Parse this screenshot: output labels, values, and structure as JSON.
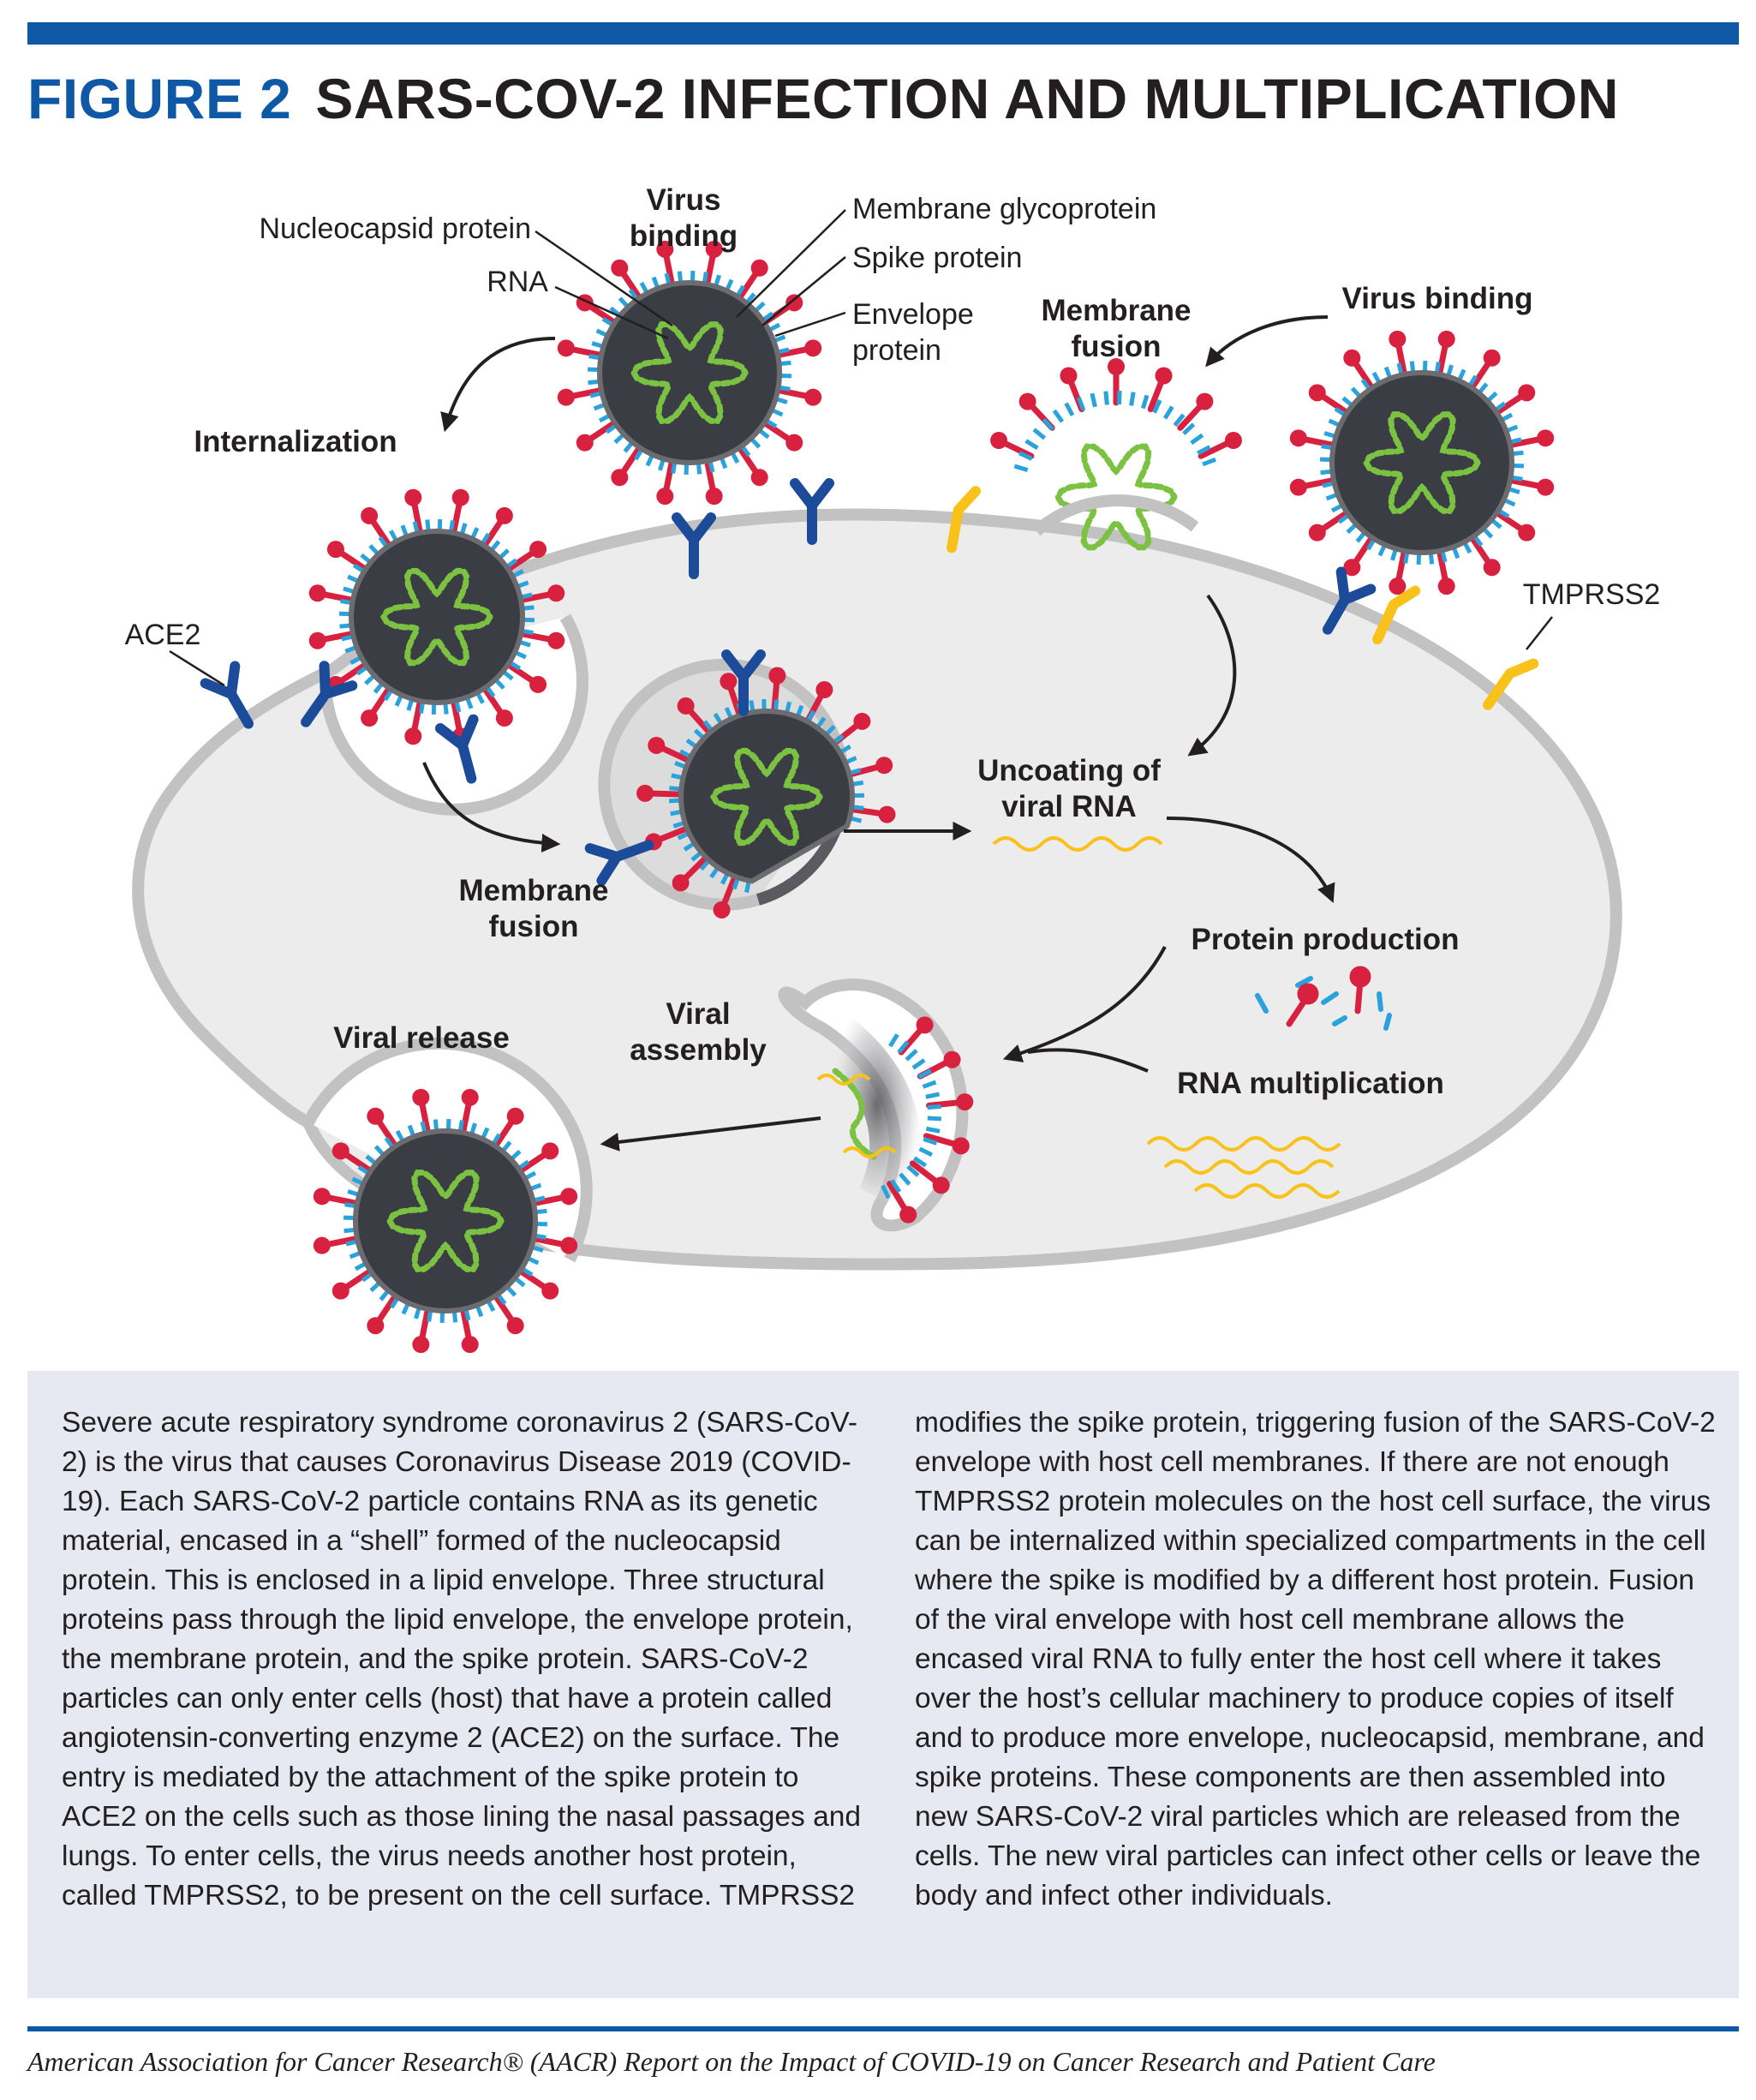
{
  "figure": {
    "number": "FIGURE 2",
    "title": "SARS-COV-2 INFECTION AND MULTIPLICATION"
  },
  "labels": {
    "virus_binding_top": "Virus\nbinding",
    "nucleocapsid_protein": "Nucleocapsid protein",
    "rna": "RNA",
    "membrane_glycoprotein": "Membrane glycoprotein",
    "spike_protein": "Spike protein",
    "envelope_protein": "Envelope\nprotein",
    "membrane_fusion_top": "Membrane\nfusion",
    "virus_binding_right": "Virus binding",
    "internalization": "Internalization",
    "ace2": "ACE2",
    "tmprss2": "TMPRSS2",
    "uncoating": "Uncoating of\nviral RNA",
    "membrane_fusion_inner": "Membrane\nfusion",
    "protein_production": "Protein production",
    "viral_assembly": "Viral\nassembly",
    "viral_release": "Viral release",
    "rna_multiplication": "RNA multiplication"
  },
  "colors": {
    "brand_blue": "#0e58a6",
    "cell_membrane": "#c2c2c3",
    "cell_interior": "#ececec",
    "virus_core": "#3b3d44",
    "spike": "#d8203f",
    "envelope_protein": "#2aa2dc",
    "rna": "#7cc242",
    "ace2": "#1b4b99",
    "tmprss2": "#f8c21b",
    "text_panel": "#e6e9f2"
  },
  "body_text": {
    "left": "Severe acute respiratory syndrome coronavirus 2 (SARS-CoV-2) is the virus that causes Coronavirus Disease 2019 (COVID-19). Each SARS-CoV-2 particle contains RNA as its genetic material, encased in a “shell” formed of the nucleocapsid protein. This is enclosed in a lipid envelope. Three structural proteins pass through the lipid envelope, the envelope protein, the membrane protein, and the spike protein. SARS-CoV-2 particles can only enter cells (host) that have a protein called angiotensin-converting enzyme 2 (ACE2) on the surface. The entry is mediated by the attachment of the spike protein to ACE2 on the cells such as those lining the nasal passages and lungs. To enter cells, the virus needs another host protein, called TMPRSS2, to be present on the cell surface. TMPRSS2",
    "right": "modifies the spike protein, triggering fusion of the SARS-CoV-2 envelope with host cell membranes. If there are not enough TMPRSS2 protein molecules on the host cell surface, the virus can be internalized within specialized compartments in the cell where the spike is modified by a different host protein. Fusion of the viral envelope with host cell membrane allows the encased viral RNA to fully enter the host cell where it takes over the host’s cellular machinery to produce copies of itself and to produce more envelope, nucleocapsid, membrane, and spike proteins. These components are then assembled into new SARS-CoV-2 viral particles which are released from the cells. The new viral particles can infect other cells or leave the body and infect other individuals."
  },
  "footer": "American Association for Cancer Research® (AACR) Report on the Impact of COVID-19 on Cancer Research and Patient Care"
}
